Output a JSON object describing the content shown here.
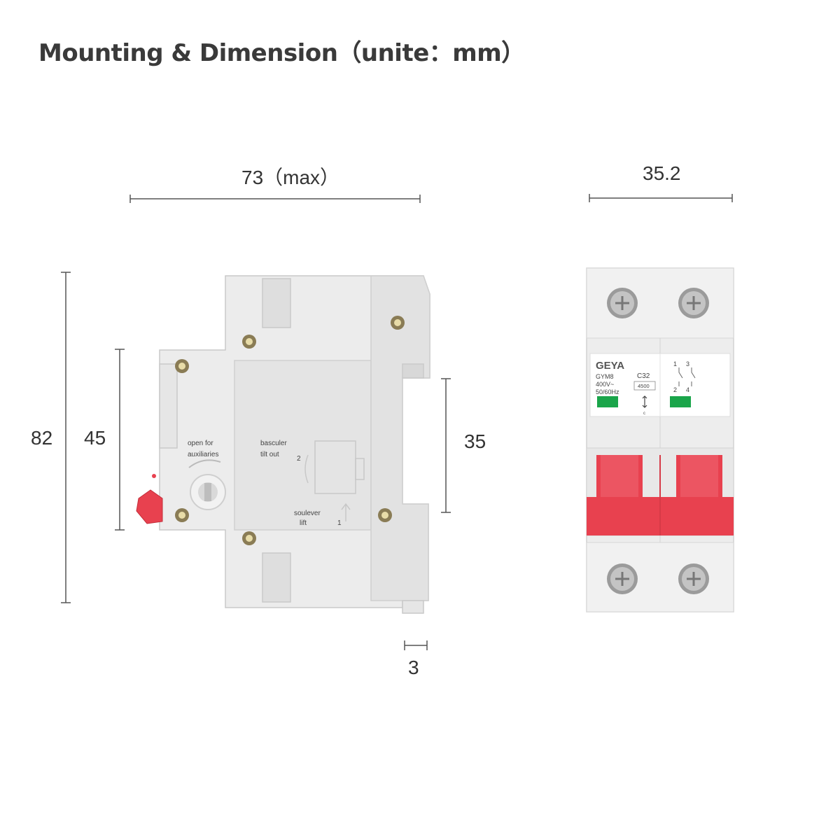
{
  "title": "Mounting & Dimension（unite：mm）",
  "dimensions": {
    "side_width": "73（max）",
    "front_width": "35.2",
    "height_total": "82",
    "height_body": "45",
    "height_rail": "35",
    "rail_depth": "3"
  },
  "side_labels": {
    "open_for": "open  for",
    "auxiliaries": "auxiliaries",
    "basculer": "basculer",
    "tilt_out": "tilt out",
    "soulever": "soulever",
    "lift": "lift",
    "step_2": "2",
    "step_1": "1"
  },
  "front_labels": {
    "brand": "GEYA",
    "model": "GYM8",
    "voltage": "400V~",
    "frequency": "50/60Hz",
    "rating": "C32",
    "breaking": "4500",
    "curve": "c",
    "terminal_1": "1",
    "terminal_3": "3",
    "terminal_2": "2",
    "terminal_4": "4"
  },
  "colors": {
    "housing": "#ececec",
    "handle_red": "#e8414f",
    "indicator_green": "#1aa54a",
    "line": "#555555"
  }
}
